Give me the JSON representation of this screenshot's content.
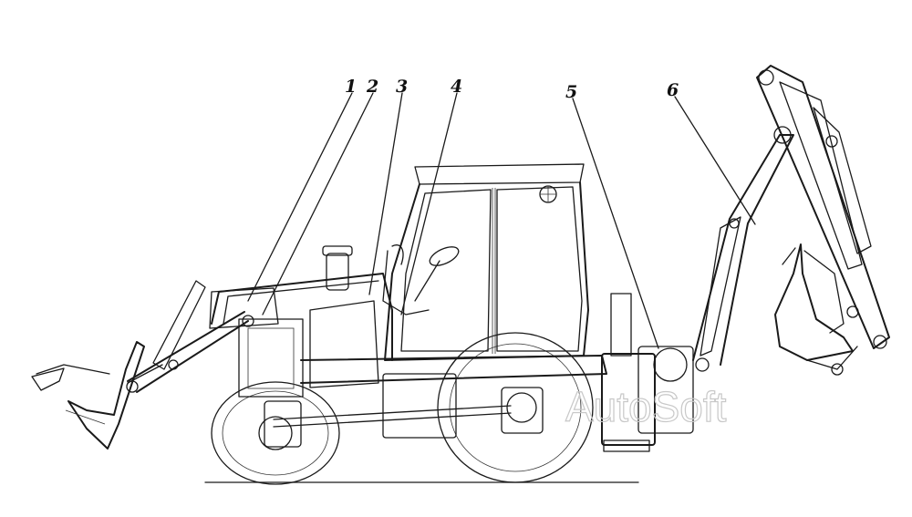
{
  "diagram": {
    "callouts": [
      {
        "label": "1"
      },
      {
        "label": "2"
      },
      {
        "label": "3"
      },
      {
        "label": "4"
      },
      {
        "label": "5"
      },
      {
        "label": "6"
      }
    ],
    "watermark": "AutoSoft",
    "colors": {
      "ink": "#1a1a1a",
      "background": "#ffffff",
      "watermark": "#c8c8c8"
    }
  }
}
